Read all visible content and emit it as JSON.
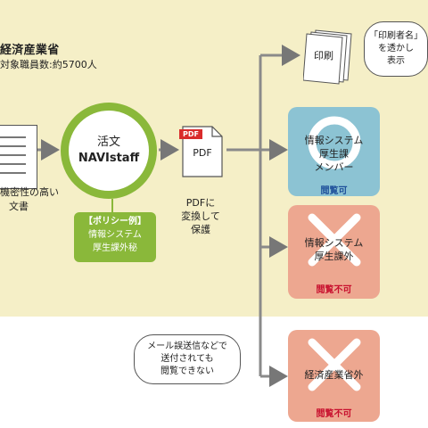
{
  "org": {
    "title": "経済産業省",
    "subtitle": "対象職員数:約5700人"
  },
  "doc": {
    "label_line1": "機密性の高い",
    "label_line2": "文書"
  },
  "tool": {
    "name_line1": "活文",
    "name_line2": "NAVIstaff"
  },
  "policy": {
    "label": "【ポリシー例】",
    "line1": "情報システム",
    "line2": "厚生課外秘"
  },
  "pdf": {
    "badge": "PDF",
    "text": "PDF",
    "caption_line1": "PDFに",
    "caption_line2": "変換して",
    "caption_line3": "保護"
  },
  "print": {
    "label": "印刷",
    "note_line1": "「印刷者名」",
    "note_line2": "を透かし",
    "note_line3": "表示"
  },
  "outcomes": [
    {
      "line1": "情報システム",
      "line2": "厚生課",
      "line3": "メンバー",
      "status": "閲覧可",
      "color": "#8cc3d3",
      "status_color": "#1e4f9a"
    },
    {
      "line1": "情報システム",
      "line2": "厚生課外",
      "line3": "",
      "status": "閲覧不可",
      "color": "#eda790",
      "status_color": "#c8102e"
    },
    {
      "line1": "経済産業省外",
      "line2": "",
      "line3": "",
      "status": "閲覧不可",
      "color": "#eda790",
      "status_color": "#c8102e"
    }
  ],
  "mail_note": {
    "line1": "メール誤送信などで",
    "line2": "送付されても",
    "line3": "閲覧できない"
  }
}
